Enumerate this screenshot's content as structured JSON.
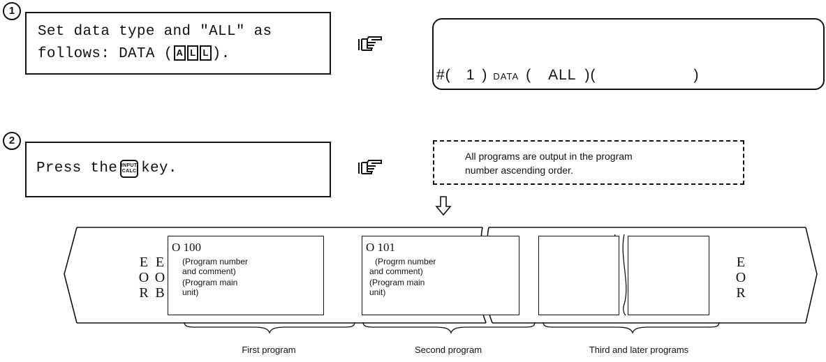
{
  "steps": [
    {
      "number": "1",
      "instruction_line1": "Set data type and \"ALL\" as",
      "instruction_line2_prefix": "follows: DATA (",
      "keys": [
        "A",
        "L",
        "L"
      ],
      "instruction_line2_suffix": ").",
      "screen": {
        "hash": "#(",
        "number": "1",
        "close1": ")",
        "data_label": "DATA",
        "open2": "(",
        "value": "ALL",
        "close2": ")(",
        "close3": ")"
      }
    },
    {
      "number": "2",
      "instruction_prefix": "Press the",
      "key_top": "INPUT",
      "key_bottom": "CALC",
      "instruction_suffix": "key.",
      "note_line1": "All programs are output in the program",
      "note_line2": "number ascending order."
    }
  ],
  "tape": {
    "left_end": [
      "E",
      "O",
      "R"
    ],
    "left_eob": [
      "E",
      "O",
      "B"
    ],
    "right_end": [
      "E",
      "O",
      "R"
    ],
    "programs": [
      {
        "number": "O 100",
        "desc_line1": "(Program number",
        "desc_line2": "and comment)",
        "desc_line3": "(Program main",
        "desc_line4": "unit)"
      },
      {
        "number": "O 101",
        "desc_line1": "(Progrm number",
        "desc_line2": "and comment)",
        "desc_line3": "(Program main",
        "desc_line4": "unit)"
      }
    ],
    "labels": [
      "First program",
      "Second program",
      "Third and later programs"
    ]
  }
}
